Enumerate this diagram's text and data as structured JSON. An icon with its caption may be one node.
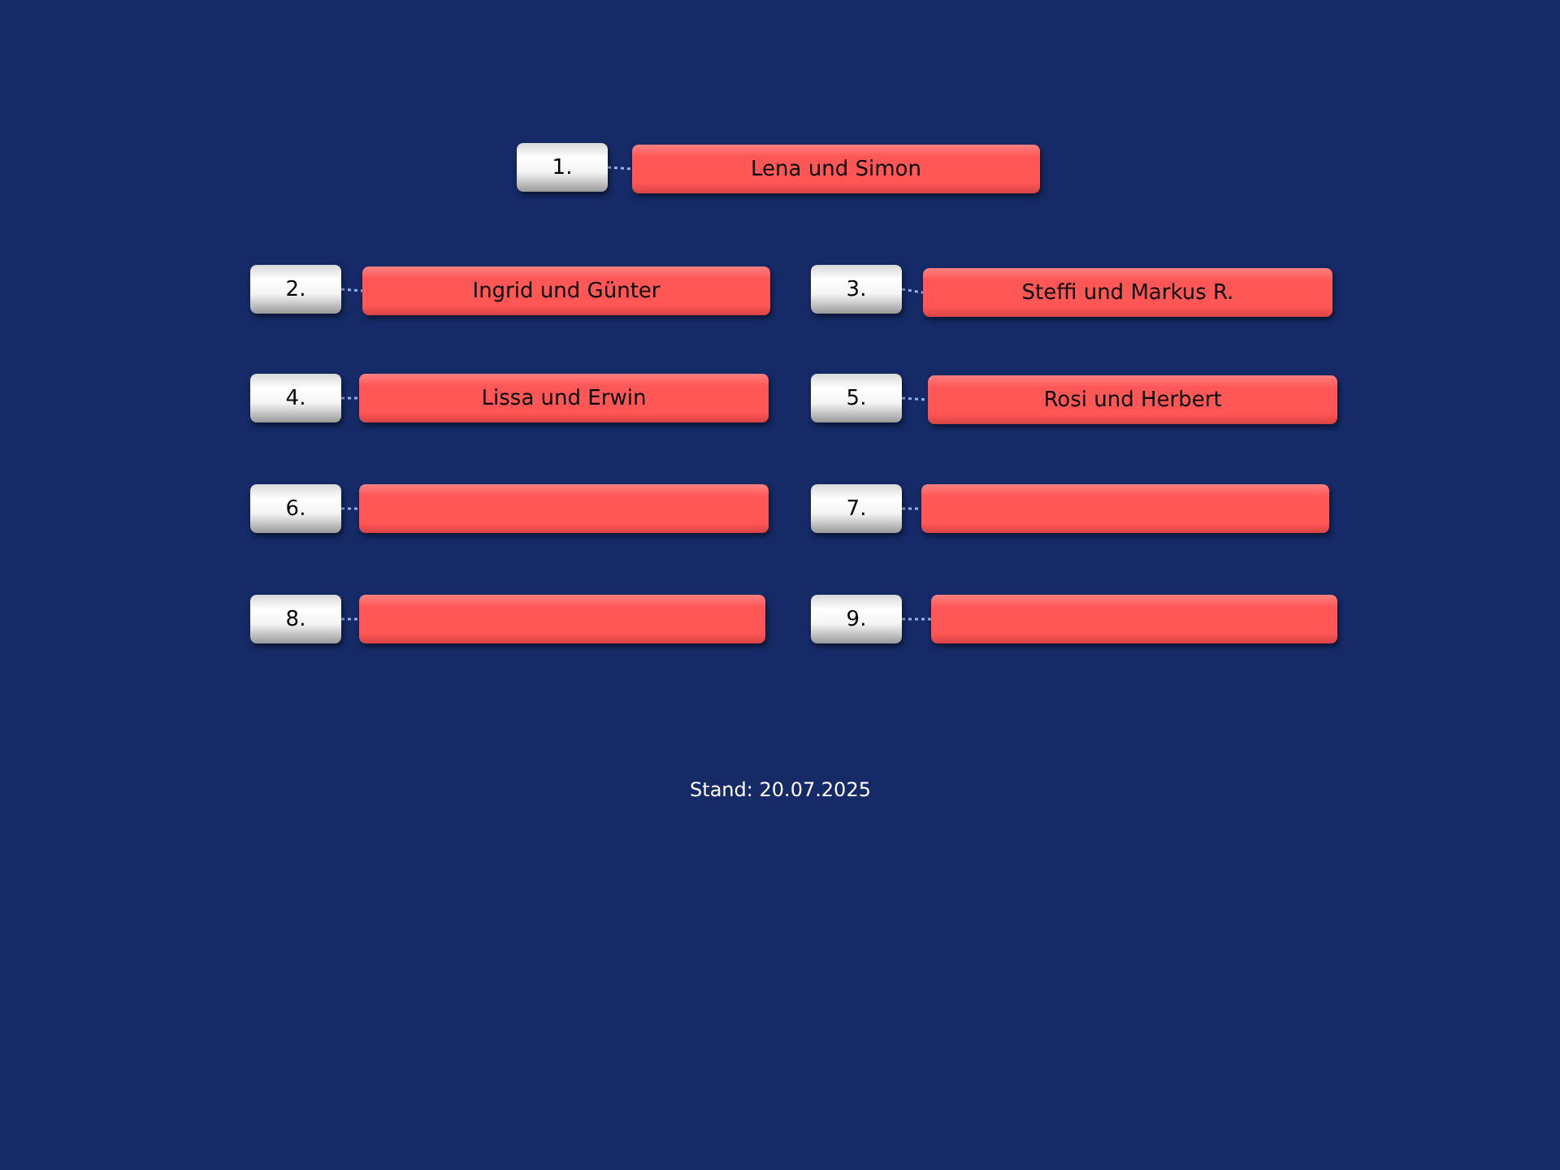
{
  "diagram": {
    "nodes": [
      {
        "text": [
          "1."
        ]
      },
      {
        "text": [
          "Lena und Simon"
        ]
      },
      {
        "text": [
          "2."
        ]
      },
      {
        "text": [
          "Ingrid und Günter"
        ]
      },
      {
        "text": [
          "3."
        ]
      },
      {
        "text": [
          "Steffi und Markus R."
        ]
      },
      {
        "text": [
          "4."
        ]
      },
      {
        "text": [
          "Lissa und Erwin"
        ]
      },
      {
        "text": [
          "5."
        ]
      },
      {
        "text": [
          "Rosi und Herbert"
        ]
      },
      {
        "text": [
          "6."
        ]
      },
      {
        "text": [],
        "shape": "bar"
      },
      {
        "text": [
          "7."
        ]
      },
      {
        "text": [],
        "shape": "bar"
      },
      {
        "text": [
          "8."
        ]
      },
      {
        "text": [],
        "shape": "bar"
      },
      {
        "text": [
          "9."
        ]
      },
      {
        "text": [],
        "shape": "bar"
      }
    ],
    "edges": [
      {
        "from": 0,
        "to": 1,
        "arrow": "none",
        "style": "dashed"
      },
      {
        "from": 2,
        "to": 3,
        "arrow": "none",
        "style": "dashed"
      },
      {
        "from": 4,
        "to": 5,
        "arrow": "none",
        "style": "dashed"
      },
      {
        "from": 6,
        "to": 7,
        "arrow": "none",
        "style": "dashed"
      },
      {
        "from": 8,
        "to": 9,
        "arrow": "none",
        "style": "dashed"
      },
      {
        "from": 10,
        "to": 11,
        "arrow": "none",
        "style": "dashed"
      },
      {
        "from": 12,
        "to": 13,
        "arrow": "none",
        "style": "dashed"
      },
      {
        "from": 14,
        "to": 15,
        "arrow": "none",
        "style": "dashed"
      },
      {
        "from": 16,
        "to": 17,
        "arrow": "none",
        "style": "dashed"
      }
    ],
    "labels": [
      "Stand: 20.07.2025"
    ]
  }
}
